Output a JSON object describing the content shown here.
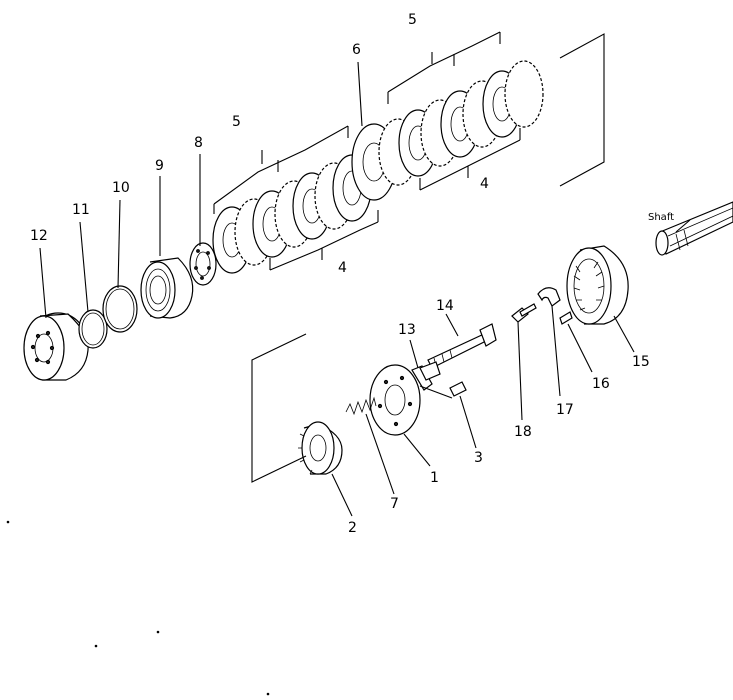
{
  "labels": {
    "l1": "1",
    "l2": "2",
    "l3": "3",
    "l4a": "4",
    "l4b": "4",
    "l5a": "5",
    "l5b": "5",
    "l6": "6",
    "l7": "7",
    "l8": "8",
    "l9": "9",
    "l10": "10",
    "l11": "11",
    "l12": "12",
    "l13": "13",
    "l14": "14",
    "l15": "15",
    "l16": "16",
    "l17": "17",
    "l18": "18",
    "shaft": "Shaft"
  }
}
